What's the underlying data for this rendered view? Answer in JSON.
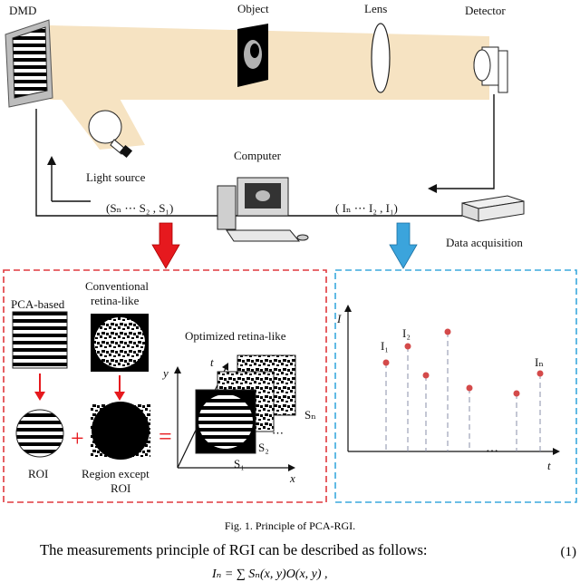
{
  "figure": {
    "labels": {
      "dmd": "DMD",
      "object": "Object",
      "lens": "Lens",
      "detector": "Detector",
      "light_source": "Light source",
      "computer": "Computer",
      "data_acquisition": "Data acquisition",
      "pattern_seq": "(Sₙ ⋯ S₂ , S₁)",
      "intensity_seq": "( Iₙ ⋯ I₂ ,  I₁)"
    },
    "left_panel": {
      "pca_label": "PCA-based",
      "conv_label_1": "Conventional",
      "conv_label_2": "retina-like",
      "roi_label": "ROI",
      "except_label_1": "Region except",
      "except_label_2": "ROI",
      "plus": "+",
      "equals": "=",
      "optimized_label": "Optimized  retina-like",
      "axis_y": "y",
      "axis_t": "t",
      "axis_x": "x",
      "s1": "S₁",
      "s2": "S₂",
      "sn": "Sₙ",
      "dots": "⋯"
    },
    "right_panel": {
      "y_axis": "I",
      "x_axis": "t",
      "i1": "I₁",
      "i2": "I₂",
      "in": "Iₙ",
      "dots": "…"
    },
    "colors": {
      "beam": "#f6e3c2",
      "left_box": "#e0393e",
      "right_box": "#3aa9de",
      "red_arrow": "#e6191e",
      "blue_arrow": "#3ba4dc",
      "stem": "#8a8fa8",
      "dot": "#d44a4a"
    }
  },
  "caption": "Fig. 1. Principle of PCA-RGI.",
  "body_text": "The measurements principle of RGI can be described as follows:",
  "equation_number": "(1)",
  "equation": "Iₙ = ∑ Sₙ(x, y)O(x, y) ,"
}
